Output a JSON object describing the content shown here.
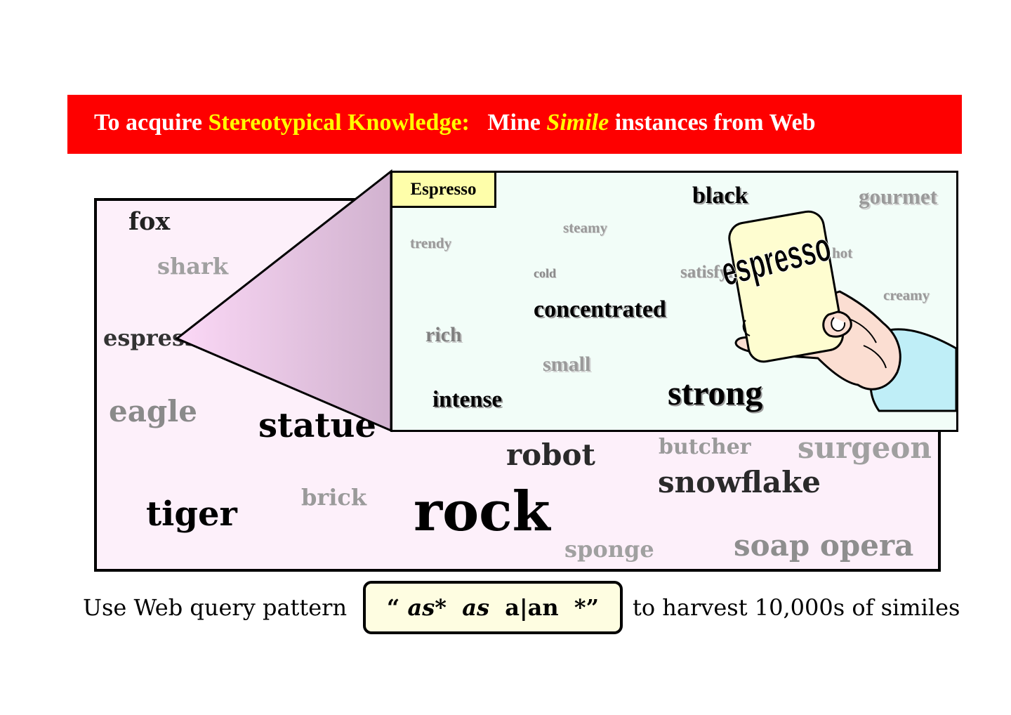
{
  "banner": {
    "part1": "To acquire ",
    "part2": "Stereotypical Knowledge:",
    "part3": "Mine ",
    "part4": "Simile",
    "part5": " instances from Web"
  },
  "cloud": {
    "fox": "fox",
    "shark": "shark",
    "espresso": "espresso",
    "eagle": "eagle",
    "statue": "statue",
    "robot": "robot",
    "butcher": "butcher",
    "surgeon": "surgeon",
    "snowflake": "snowflake",
    "tiger": "tiger",
    "brick": "brick",
    "rock": "rock",
    "sponge": "sponge",
    "soap_opera": "soap opera"
  },
  "espresso_panel": {
    "tab": "Espresso",
    "black": "black",
    "gourmet": "gourmet",
    "steamy": "steamy",
    "trendy": "trendy",
    "hot": "hot",
    "cold": "cold",
    "satisfying": "satisfyi",
    "creamy": "creamy",
    "concentrated": "concentrated",
    "rich": "rich",
    "small": "small",
    "intense": "intense",
    "strong": "strong",
    "card_label": "espresso"
  },
  "bottom": {
    "left": "Use Web query pattern",
    "q_open": "“",
    "q_as1": "as",
    "q_star1": "*",
    "q_as2": "as",
    "q_a_an": "a|an",
    "q_star2": "*",
    "q_close": "”",
    "right": "to harvest 10,000s of similes"
  },
  "colors": {
    "banner": "#fe0000",
    "banner_highlight": "#ffff00",
    "cloud_bg": "#fdf0fa",
    "espresso_bg": "#f2fdf8",
    "tab_bg": "#fefeaa",
    "query_bg": "#fefde1"
  }
}
